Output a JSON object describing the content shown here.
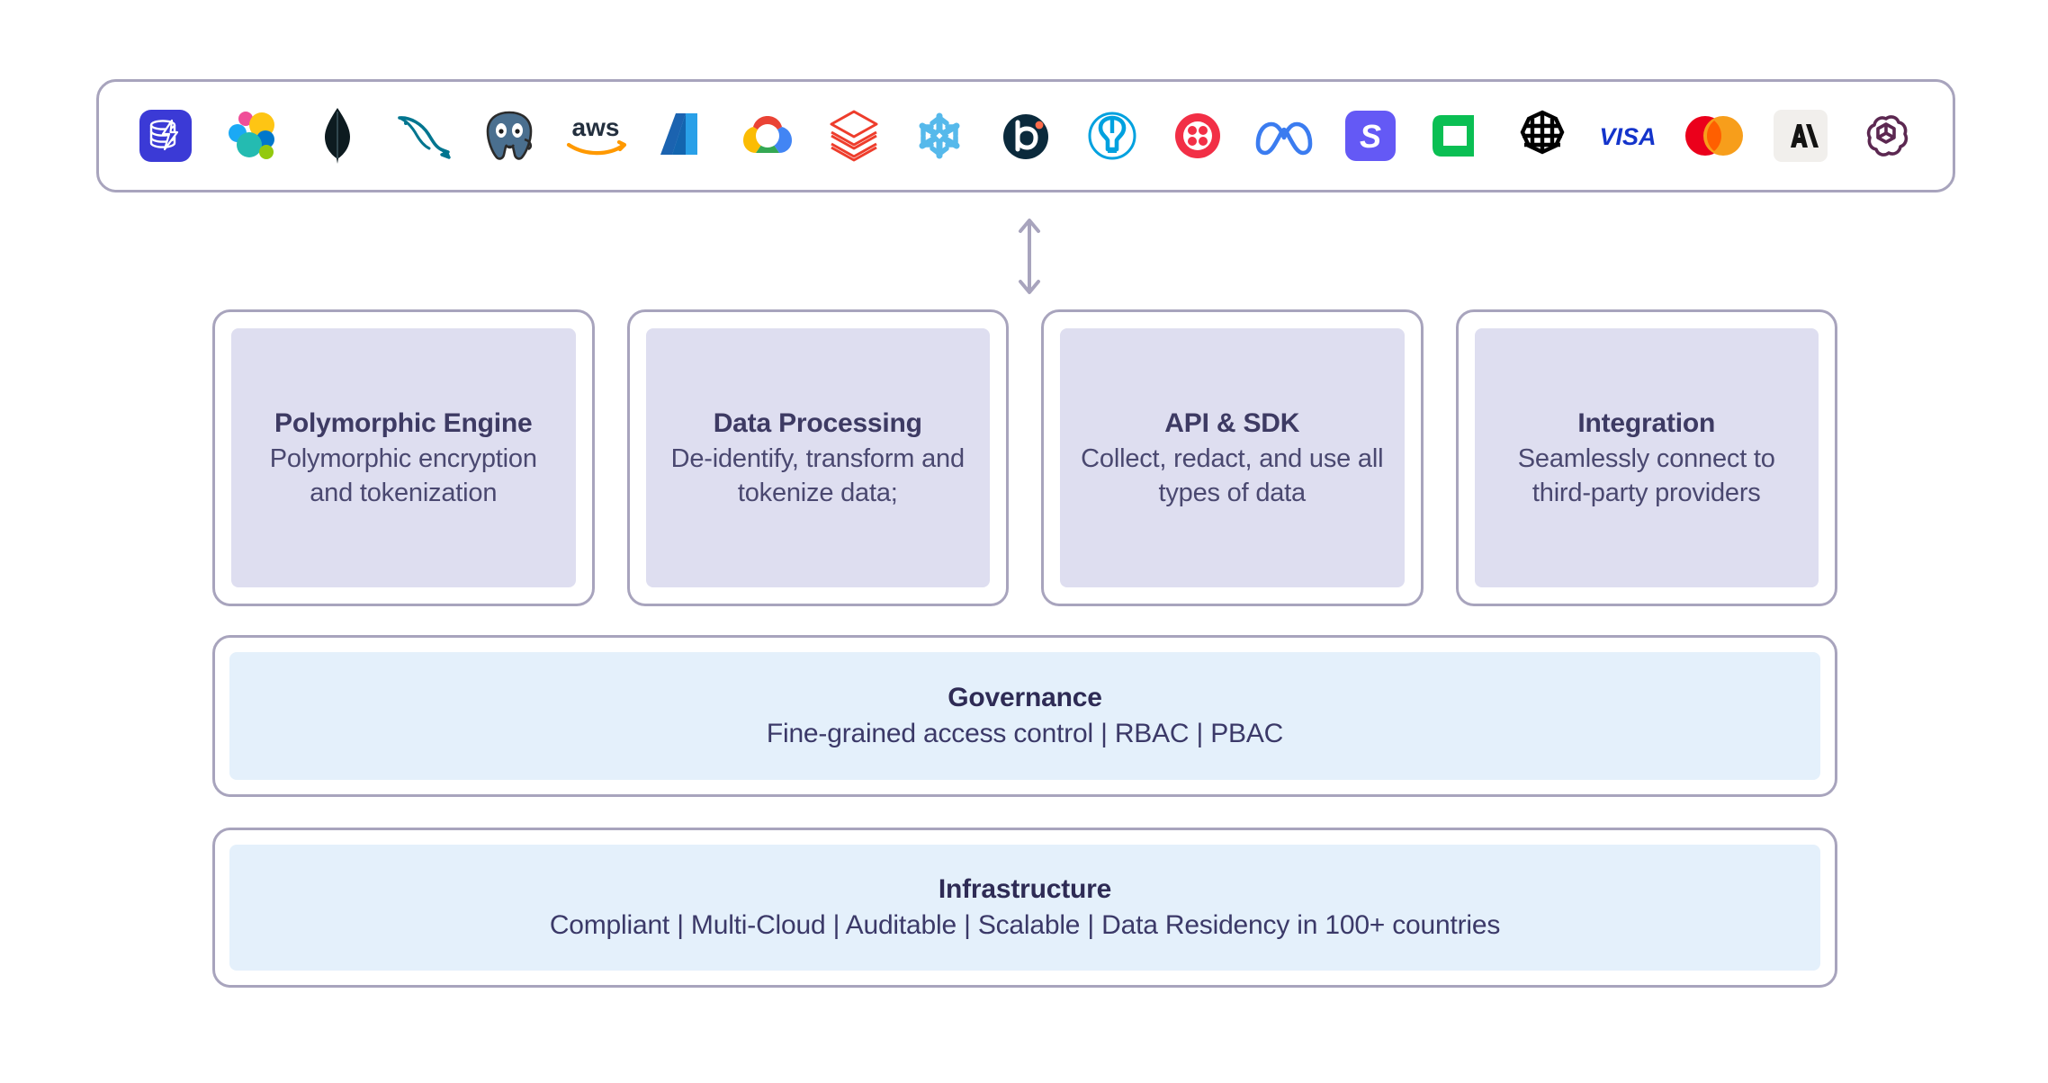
{
  "colors": {
    "border": "#a8a4bd",
    "card_fill": "#dedef0",
    "bar_fill": "#e4f0fb",
    "title_text": "#3d3a63",
    "body_text": "#4a4870",
    "background": "#ffffff"
  },
  "logo_bar": {
    "logos": [
      {
        "name": "skyflow-icon",
        "label": "Skyflow"
      },
      {
        "name": "elastic-icon",
        "label": "Elastic"
      },
      {
        "name": "mongodb-icon",
        "label": "MongoDB"
      },
      {
        "name": "mysql-icon",
        "label": "MySQL"
      },
      {
        "name": "postgresql-icon",
        "label": "PostgreSQL"
      },
      {
        "name": "aws-icon",
        "label": "aws"
      },
      {
        "name": "microsoft-azure-icon",
        "label": "Microsoft Azure"
      },
      {
        "name": "google-cloud-icon",
        "label": "Google Cloud"
      },
      {
        "name": "databricks-icon",
        "label": "Databricks"
      },
      {
        "name": "snowflake-icon",
        "label": "Snowflake"
      },
      {
        "name": "braze-icon",
        "label": "Braze"
      },
      {
        "name": "mulesoft-icon",
        "label": "MuleSoft"
      },
      {
        "name": "twilio-icon",
        "label": "Twilio"
      },
      {
        "name": "meta-icon",
        "label": "Meta"
      },
      {
        "name": "stripe-icon",
        "label": "Stripe"
      },
      {
        "name": "adyen-icon",
        "label": "Adyen"
      },
      {
        "name": "marqeta-icon",
        "label": "Marqeta"
      },
      {
        "name": "visa-icon",
        "label": "VISA"
      },
      {
        "name": "mastercard-icon",
        "label": "Mastercard"
      },
      {
        "name": "anthropic-icon",
        "label": "Anthropic"
      },
      {
        "name": "openai-icon",
        "label": "OpenAI"
      }
    ]
  },
  "connector": {
    "name": "bidirectional-arrow",
    "direction": "vertical-double-headed"
  },
  "cards": [
    {
      "title": "Polymorphic Engine",
      "desc": "Polymorphic encryption and tokenization"
    },
    {
      "title": "Data Processing",
      "desc": "De-identify, transform and tokenize data;"
    },
    {
      "title": "API & SDK",
      "desc": "Collect, redact, and use all types of data"
    },
    {
      "title": "Integration",
      "desc": "Seamlessly connect to third-party providers"
    }
  ],
  "governance": {
    "title": "Governance",
    "desc": "Fine-grained access control | RBAC | PBAC"
  },
  "infrastructure": {
    "title": "Infrastructure",
    "desc": "Compliant | Multi-Cloud | Auditable | Scalable  | Data Residency in 100+ countries"
  }
}
